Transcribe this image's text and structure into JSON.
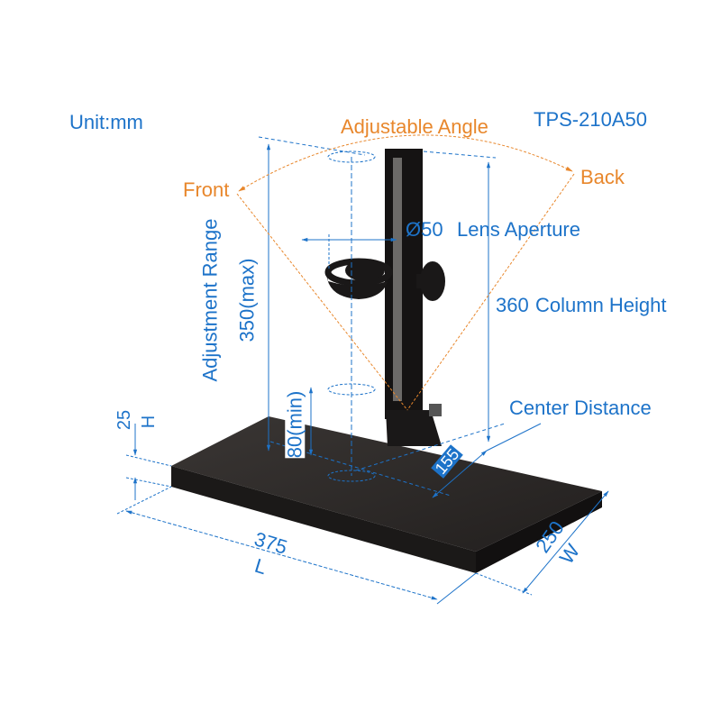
{
  "unit": "Unit:mm",
  "model": "TPS-210A50",
  "angle": {
    "title": "Adjustable Angle",
    "front": "Front",
    "back": "Back"
  },
  "lens": {
    "value": "Ø50",
    "label": "Lens Aperture"
  },
  "column": {
    "value": "360",
    "label": "Column Height"
  },
  "adjustment": {
    "label": "Adjustment Range",
    "max": "350(max)",
    "min": "80(min)"
  },
  "center": {
    "label": "Center Distance",
    "value": "155"
  },
  "base": {
    "height_value": "25",
    "height_label": "H",
    "length_value": "375",
    "length_label": "L",
    "width_value": "250",
    "width_label": "W"
  },
  "colors": {
    "blue": "#1d73c9",
    "orange": "#e8872c",
    "metal": "#2a2727"
  }
}
